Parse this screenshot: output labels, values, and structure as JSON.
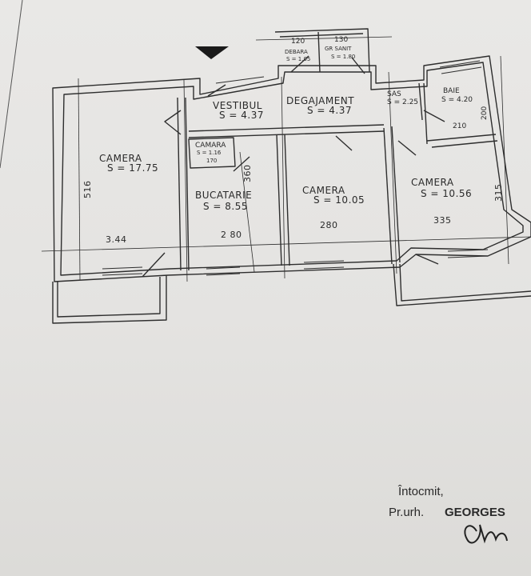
{
  "rooms": {
    "camera1": {
      "name": "CAMERA",
      "area": "S = 17.75"
    },
    "vestibul": {
      "name": "VESTIBUL",
      "area": "S = 4.37"
    },
    "degajament": {
      "name": "DEGAJAMENT",
      "area": "S = 4.37"
    },
    "sas": {
      "name": "SAS",
      "area": "S = 2.25"
    },
    "baie": {
      "name": "BAIE",
      "area": "S = 4.20"
    },
    "debara": {
      "name": "DEBARA",
      "area": "S = 1.05"
    },
    "grupsanitar": {
      "name": "GR SANIT",
      "area": "S = 1.80"
    },
    "camara": {
      "name": "CAMARA",
      "area": "S = 1.16"
    },
    "bucatarie": {
      "name": "BUCATARIE",
      "area": "S = 8.55"
    },
    "camera2": {
      "name": "CAMERA",
      "area": "S = 10.05"
    },
    "camera3": {
      "name": "CAMERA",
      "area": "S = 10.56"
    }
  },
  "dimensions": {
    "camera1_depth": "516",
    "camera1_width": "3.44",
    "bucatarie_width": "2 80",
    "bucatarie_depth": "360",
    "camera2_width": "280",
    "camera3_width": "335",
    "camera3_depth": "315",
    "baie_width": "210",
    "baie_depth": "200",
    "debara_width": "120",
    "grupsanitar_width": "130",
    "camara_width": "170"
  },
  "footer": {
    "line1": "Întocmit,",
    "prefix": "Pr.urh.",
    "name": "GEORGES"
  }
}
